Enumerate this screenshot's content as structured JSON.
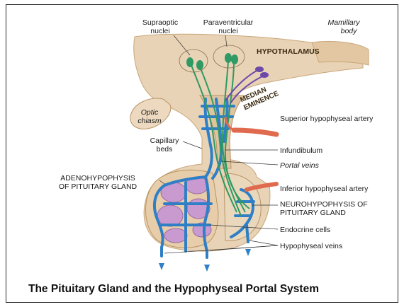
{
  "caption": "The Pituitary Gland and the Hypophyseal Portal System",
  "labels": {
    "supraoptic": [
      "Supraoptic",
      "nuclei"
    ],
    "paraventricular": [
      "Paraventricular",
      "nuclei"
    ],
    "mamillary": [
      "Mamillary",
      "body"
    ],
    "hypothalamus": "HYPOTHALAMUS",
    "median_eminence": [
      "MEDIAN",
      "EMINENCE"
    ],
    "optic_chiasm": [
      "Optic",
      "chiasm"
    ],
    "capillary_beds": [
      "Capillary",
      "beds"
    ],
    "superior_artery": "Superior hypophyseal artery",
    "infundibulum": "Infundibulum",
    "portal_veins": "Portal veins",
    "adenohypophysis": [
      "ADENOHYPOPHYSIS",
      "OF PITUITARY GLAND"
    ],
    "inferior_artery": "Inferior hypophyseal artery",
    "neurohypophysis": [
      "NEUROHYPOPHYSIS OF",
      "PITUITARY GLAND"
    ],
    "endocrine_cells": "Endocrine cells",
    "hypophyseal_veins": "Hypophyseal veins"
  },
  "colors": {
    "tissue": "#e9d3b6",
    "tissue_dark": "#d7b88f",
    "vein": "#2f7fc6",
    "artery": "#e06a4e",
    "neuron": "#2f9a63",
    "neuron_purple": "#6d4aa8",
    "cells": "#c99ad0"
  }
}
